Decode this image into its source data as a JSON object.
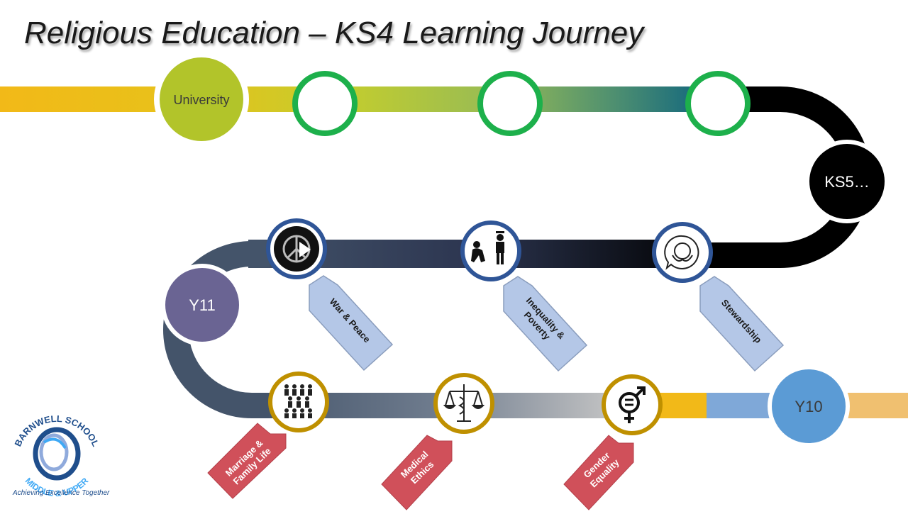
{
  "title": "Religious Education – KS4 Learning Journey",
  "milestones": {
    "university": "University",
    "ks5": "KS5…",
    "y11": "Y11",
    "y10": "Y10"
  },
  "topics": {
    "war_peace": "War & Peace",
    "inequality_poverty_1": "Inequality &",
    "inequality_poverty_2": "Poverty",
    "stewardship": "Stewardship",
    "marriage_1": "Marriage &",
    "marriage_2": "Family Life",
    "medical_1": "Medical",
    "medical_2": "Ethics",
    "gender_1": "Gender",
    "gender_2": "Equality"
  },
  "logo": {
    "name_top": "BARNWELL SCHOOL",
    "name_bottom": "MIDDLE & UPPER",
    "tagline": "Achieving Excellence Together"
  },
  "colors": {
    "university": "#b2c42a",
    "ks5": "#000000",
    "y11": "#6a6493",
    "y10": "#5b9bd5",
    "ring_green": "#1db04b",
    "ring_blue": "#2f5597",
    "ring_gold": "#bf9000",
    "tag_blue": "#b4c7e7",
    "tag_red": "#d0505a"
  }
}
